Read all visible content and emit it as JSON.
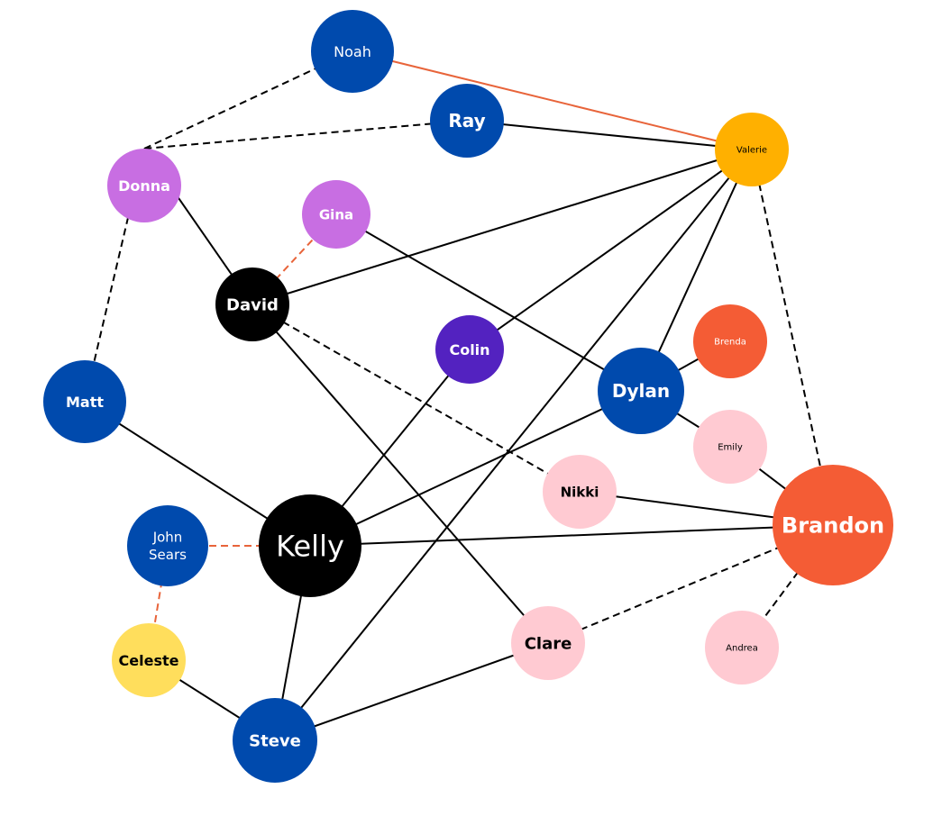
{
  "colors": {
    "blue": "#004aad",
    "purple": "#5322c0",
    "lilac": "#c86ee2",
    "amber": "#ffb000",
    "orange": "#f45c35",
    "pink": "#ffcad2",
    "yellow": "#ffde5c",
    "black": "#000000",
    "edge_black": "#000000",
    "edge_orange": "#e8643a"
  },
  "nodes": [
    {
      "id": "noah",
      "label": "Noah",
      "color": "blue",
      "text_color": "#ffffff"
    },
    {
      "id": "ray",
      "label": "Ray",
      "color": "blue",
      "text_color": "#ffffff"
    },
    {
      "id": "valerie",
      "label": "Valerie",
      "color": "amber",
      "text_color": "#000000"
    },
    {
      "id": "donna",
      "label": "Donna",
      "color": "lilac",
      "text_color": "#ffffff"
    },
    {
      "id": "gina",
      "label": "Gina",
      "color": "lilac",
      "text_color": "#ffffff"
    },
    {
      "id": "david",
      "label": "David",
      "color": "black",
      "text_color": "#ffffff"
    },
    {
      "id": "colin",
      "label": "Colin",
      "color": "purple",
      "text_color": "#ffffff"
    },
    {
      "id": "matt",
      "label": "Matt",
      "color": "blue",
      "text_color": "#ffffff"
    },
    {
      "id": "dylan",
      "label": "Dylan",
      "color": "blue",
      "text_color": "#ffffff"
    },
    {
      "id": "brenda",
      "label": "Brenda",
      "color": "orange",
      "text_color": "#ffffff"
    },
    {
      "id": "emily",
      "label": "Emily",
      "color": "pink",
      "text_color": "#000000"
    },
    {
      "id": "nikki",
      "label": "Nikki",
      "color": "pink",
      "text_color": "#000000"
    },
    {
      "id": "brandon",
      "label": "Brandon",
      "color": "orange",
      "text_color": "#ffffff"
    },
    {
      "id": "john-sears",
      "label": "John\nSears",
      "color": "blue",
      "text_color": "#ffffff"
    },
    {
      "id": "kelly",
      "label": "Kelly",
      "color": "black",
      "text_color": "#ffffff"
    },
    {
      "id": "celeste",
      "label": "Celeste",
      "color": "yellow",
      "text_color": "#000000"
    },
    {
      "id": "clare",
      "label": "Clare",
      "color": "pink",
      "text_color": "#000000"
    },
    {
      "id": "andrea",
      "label": "Andrea",
      "color": "pink",
      "text_color": "#000000"
    },
    {
      "id": "steve",
      "label": "Steve",
      "color": "blue",
      "text_color": "#ffffff"
    }
  ],
  "edges": [
    {
      "from": "noah",
      "to": "valerie",
      "style": "solid",
      "color": "edge_orange"
    },
    {
      "from": "noah",
      "to": "donna",
      "style": "dashed",
      "color": "edge_black"
    },
    {
      "from": "ray",
      "to": "donna",
      "style": "dashed",
      "color": "edge_black"
    },
    {
      "from": "ray",
      "to": "valerie",
      "style": "solid",
      "color": "edge_black"
    },
    {
      "from": "donna",
      "to": "david",
      "style": "solid",
      "color": "edge_black"
    },
    {
      "from": "donna",
      "to": "matt",
      "style": "dashed",
      "color": "edge_black"
    },
    {
      "from": "gina",
      "to": "david",
      "style": "dashed",
      "color": "edge_orange"
    },
    {
      "from": "gina",
      "to": "dylan",
      "style": "solid",
      "color": "edge_black"
    },
    {
      "from": "david",
      "to": "valerie",
      "style": "solid",
      "color": "edge_black"
    },
    {
      "from": "david",
      "to": "nikki",
      "style": "dashed",
      "color": "edge_black"
    },
    {
      "from": "david",
      "to": "clare",
      "style": "solid",
      "color": "edge_black"
    },
    {
      "from": "valerie",
      "to": "colin",
      "style": "solid",
      "color": "edge_black"
    },
    {
      "from": "valerie",
      "to": "steve",
      "style": "solid",
      "color": "edge_black"
    },
    {
      "from": "valerie",
      "to": "dylan",
      "style": "solid",
      "color": "edge_black"
    },
    {
      "from": "valerie",
      "to": "brandon",
      "style": "dashed",
      "color": "edge_black"
    },
    {
      "from": "colin",
      "to": "kelly",
      "style": "solid",
      "color": "edge_black"
    },
    {
      "from": "matt",
      "to": "kelly",
      "style": "solid",
      "color": "edge_black"
    },
    {
      "from": "dylan",
      "to": "kelly",
      "style": "solid",
      "color": "edge_black"
    },
    {
      "from": "dylan",
      "to": "brenda",
      "style": "solid",
      "color": "edge_black"
    },
    {
      "from": "dylan",
      "to": "emily",
      "style": "solid",
      "color": "edge_black"
    },
    {
      "from": "emily",
      "to": "brandon",
      "style": "solid",
      "color": "edge_black"
    },
    {
      "from": "nikki",
      "to": "brandon",
      "style": "solid",
      "color": "edge_black"
    },
    {
      "from": "kelly",
      "to": "brandon",
      "style": "solid",
      "color": "edge_black"
    },
    {
      "from": "kelly",
      "to": "john-sears",
      "style": "dashed",
      "color": "edge_orange"
    },
    {
      "from": "john-sears",
      "to": "celeste",
      "style": "dashed",
      "color": "edge_orange"
    },
    {
      "from": "kelly",
      "to": "steve",
      "style": "solid",
      "color": "edge_black"
    },
    {
      "from": "celeste",
      "to": "steve",
      "style": "solid",
      "color": "edge_black"
    },
    {
      "from": "steve",
      "to": "clare",
      "style": "solid",
      "color": "edge_black"
    },
    {
      "from": "clare",
      "to": "brandon",
      "style": "dashed",
      "color": "edge_black"
    },
    {
      "from": "brandon",
      "to": "andrea",
      "style": "dashed",
      "color": "edge_black"
    }
  ]
}
